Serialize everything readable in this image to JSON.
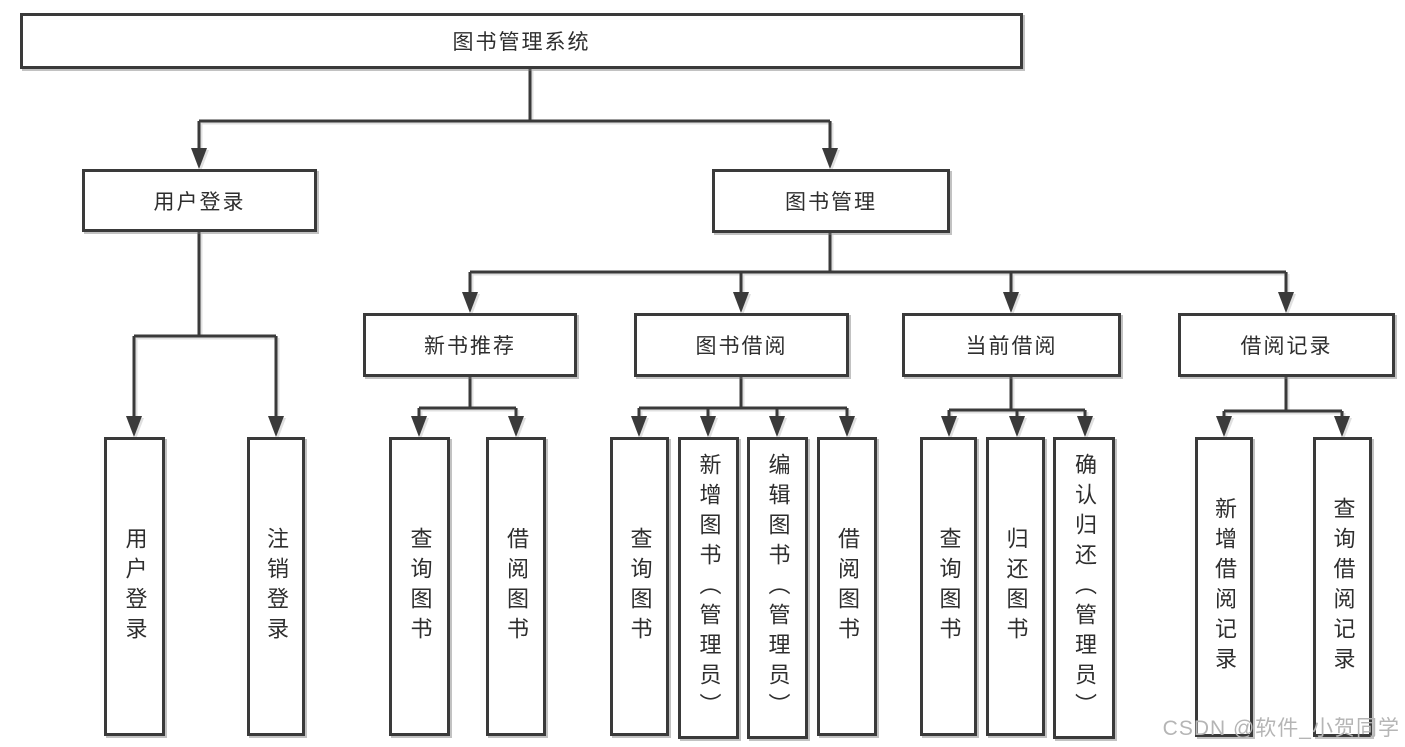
{
  "diagram_title": "图书管理系统",
  "tree": {
    "label": "图书管理系统",
    "children": [
      {
        "label": "用户登录",
        "children": [
          {
            "label": "用户登录"
          },
          {
            "label": "注销登录"
          }
        ]
      },
      {
        "label": "图书管理",
        "children": [
          {
            "label": "新书推荐",
            "children": [
              {
                "label": "查询图书"
              },
              {
                "label": "借阅图书"
              }
            ]
          },
          {
            "label": "图书借阅",
            "children": [
              {
                "label": "查询图书"
              },
              {
                "label": "新增图书（管理员）"
              },
              {
                "label": "编辑图书（管理员）"
              },
              {
                "label": "借阅图书"
              }
            ]
          },
          {
            "label": "当前借阅",
            "children": [
              {
                "label": "查询图书"
              },
              {
                "label": "归还图书"
              },
              {
                "label": "确认归还（管理员）"
              }
            ]
          },
          {
            "label": "借阅记录",
            "children": [
              {
                "label": "新增借阅记录"
              },
              {
                "label": "查询借阅记录"
              }
            ]
          }
        ]
      }
    ]
  },
  "watermark": {
    "text": "CSDN @软件_小贺同学"
  },
  "colors": {
    "line": "#3a3a3a",
    "box_background": "#ffffff",
    "text": "#2e2e2e",
    "watermark": "#b5b5b5",
    "page_background": "#ffffff"
  }
}
